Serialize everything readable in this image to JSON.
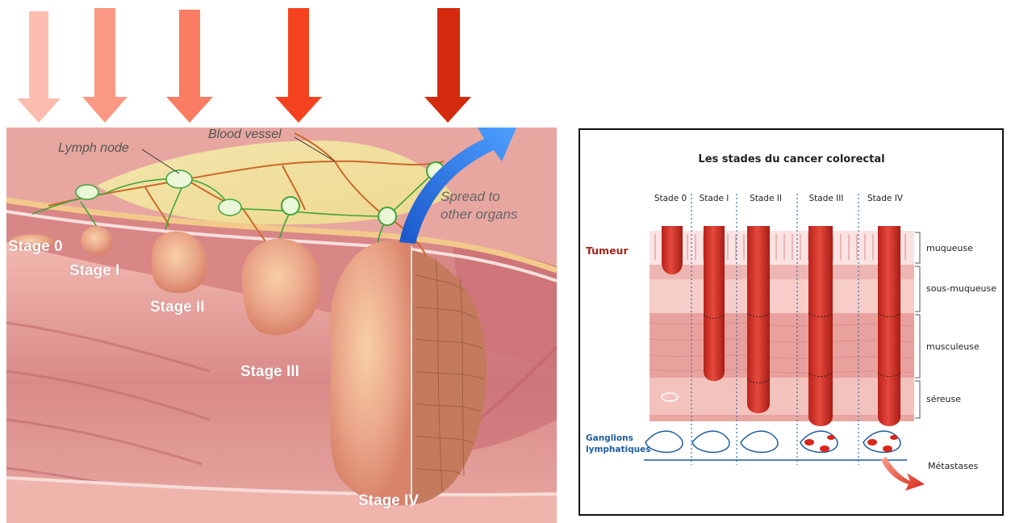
{
  "arrows": [
    {
      "color": "#fcbcb0"
    },
    {
      "color": "#fa9884"
    },
    {
      "color": "#f97c63"
    },
    {
      "color": "#f4421e"
    },
    {
      "color": "#d42a0e"
    }
  ],
  "left_panel": {
    "labels": {
      "lymph_node": "Lymph node",
      "blood_vessel": "Blood vessel",
      "spread_line1": "Spread to",
      "spread_line2": "other organs",
      "stage0": "Stage 0",
      "stage1": "Stage I",
      "stage2": "Stage II",
      "stage3": "Stage III",
      "stage4": "Stage IV"
    }
  },
  "right_panel": {
    "title": "Les stades du cancer colorectal",
    "stages": [
      "Stade 0",
      "Stade I",
      "Stade II",
      "Stade III",
      "Stade IV"
    ],
    "tumeur": "Tumeur",
    "layers": [
      "muqueuse",
      "sous-muqueuse",
      "musculeuse",
      "séreuse"
    ],
    "ganglions_line1": "Ganglions",
    "ganglions_line2": "lymphatiques",
    "metastases": "Métastases"
  }
}
